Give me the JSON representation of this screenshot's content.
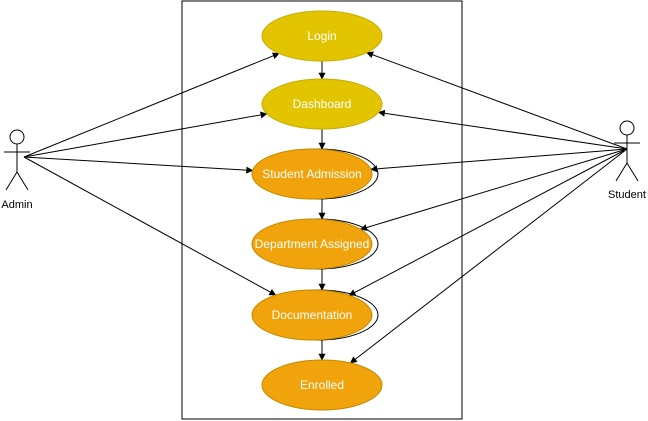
{
  "diagram": {
    "use_cases": [
      {
        "id": "login",
        "label": "Login",
        "fill": "#e3c400",
        "stroke": "#c7ab00",
        "double": false
      },
      {
        "id": "dashboard",
        "label": "Dashboard",
        "fill": "#e3c400",
        "stroke": "#c7ab00",
        "double": false
      },
      {
        "id": "student_admission",
        "label": "Student Admission",
        "fill": "#f0a30a",
        "stroke": "#c48800",
        "double": true
      },
      {
        "id": "department_assigned",
        "label": "Department Assigned",
        "fill": "#f0a30a",
        "stroke": "#c48800",
        "double": true
      },
      {
        "id": "documentation",
        "label": "Documentation",
        "fill": "#f0a30a",
        "stroke": "#c48800",
        "double": true
      },
      {
        "id": "enrolled",
        "label": "Enrolled",
        "fill": "#f0a30a",
        "stroke": "#c48800",
        "double": false
      }
    ],
    "actors": [
      {
        "id": "admin",
        "label": "Admin"
      },
      {
        "id": "student",
        "label": "Student"
      }
    ],
    "flow": [
      [
        "login",
        "dashboard"
      ],
      [
        "dashboard",
        "student_admission"
      ],
      [
        "student_admission",
        "department_assigned"
      ],
      [
        "department_assigned",
        "documentation"
      ],
      [
        "documentation",
        "enrolled"
      ]
    ],
    "associations": [
      [
        "admin",
        "login"
      ],
      [
        "admin",
        "dashboard"
      ],
      [
        "admin",
        "student_admission"
      ],
      [
        "admin",
        "documentation"
      ],
      [
        "student",
        "login"
      ],
      [
        "student",
        "dashboard"
      ],
      [
        "student",
        "student_admission"
      ],
      [
        "student",
        "department_assigned"
      ],
      [
        "student",
        "documentation"
      ],
      [
        "student",
        "enrolled"
      ]
    ]
  }
}
